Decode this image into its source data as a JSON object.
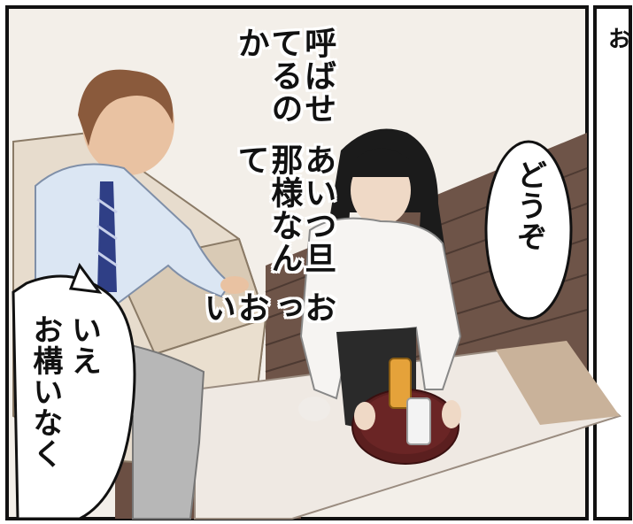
{
  "panels": [
    {
      "id": "main",
      "dialogue": {
        "man_thought": [
          "おっおい",
          "あいつ旦那様なんて",
          "呼ばせてるのか"
        ],
        "woman_speech": "どうぞ",
        "man_reply": [
          "いえ",
          "お構いなく"
        ]
      }
    }
  ],
  "edge_panel_text": "お"
}
